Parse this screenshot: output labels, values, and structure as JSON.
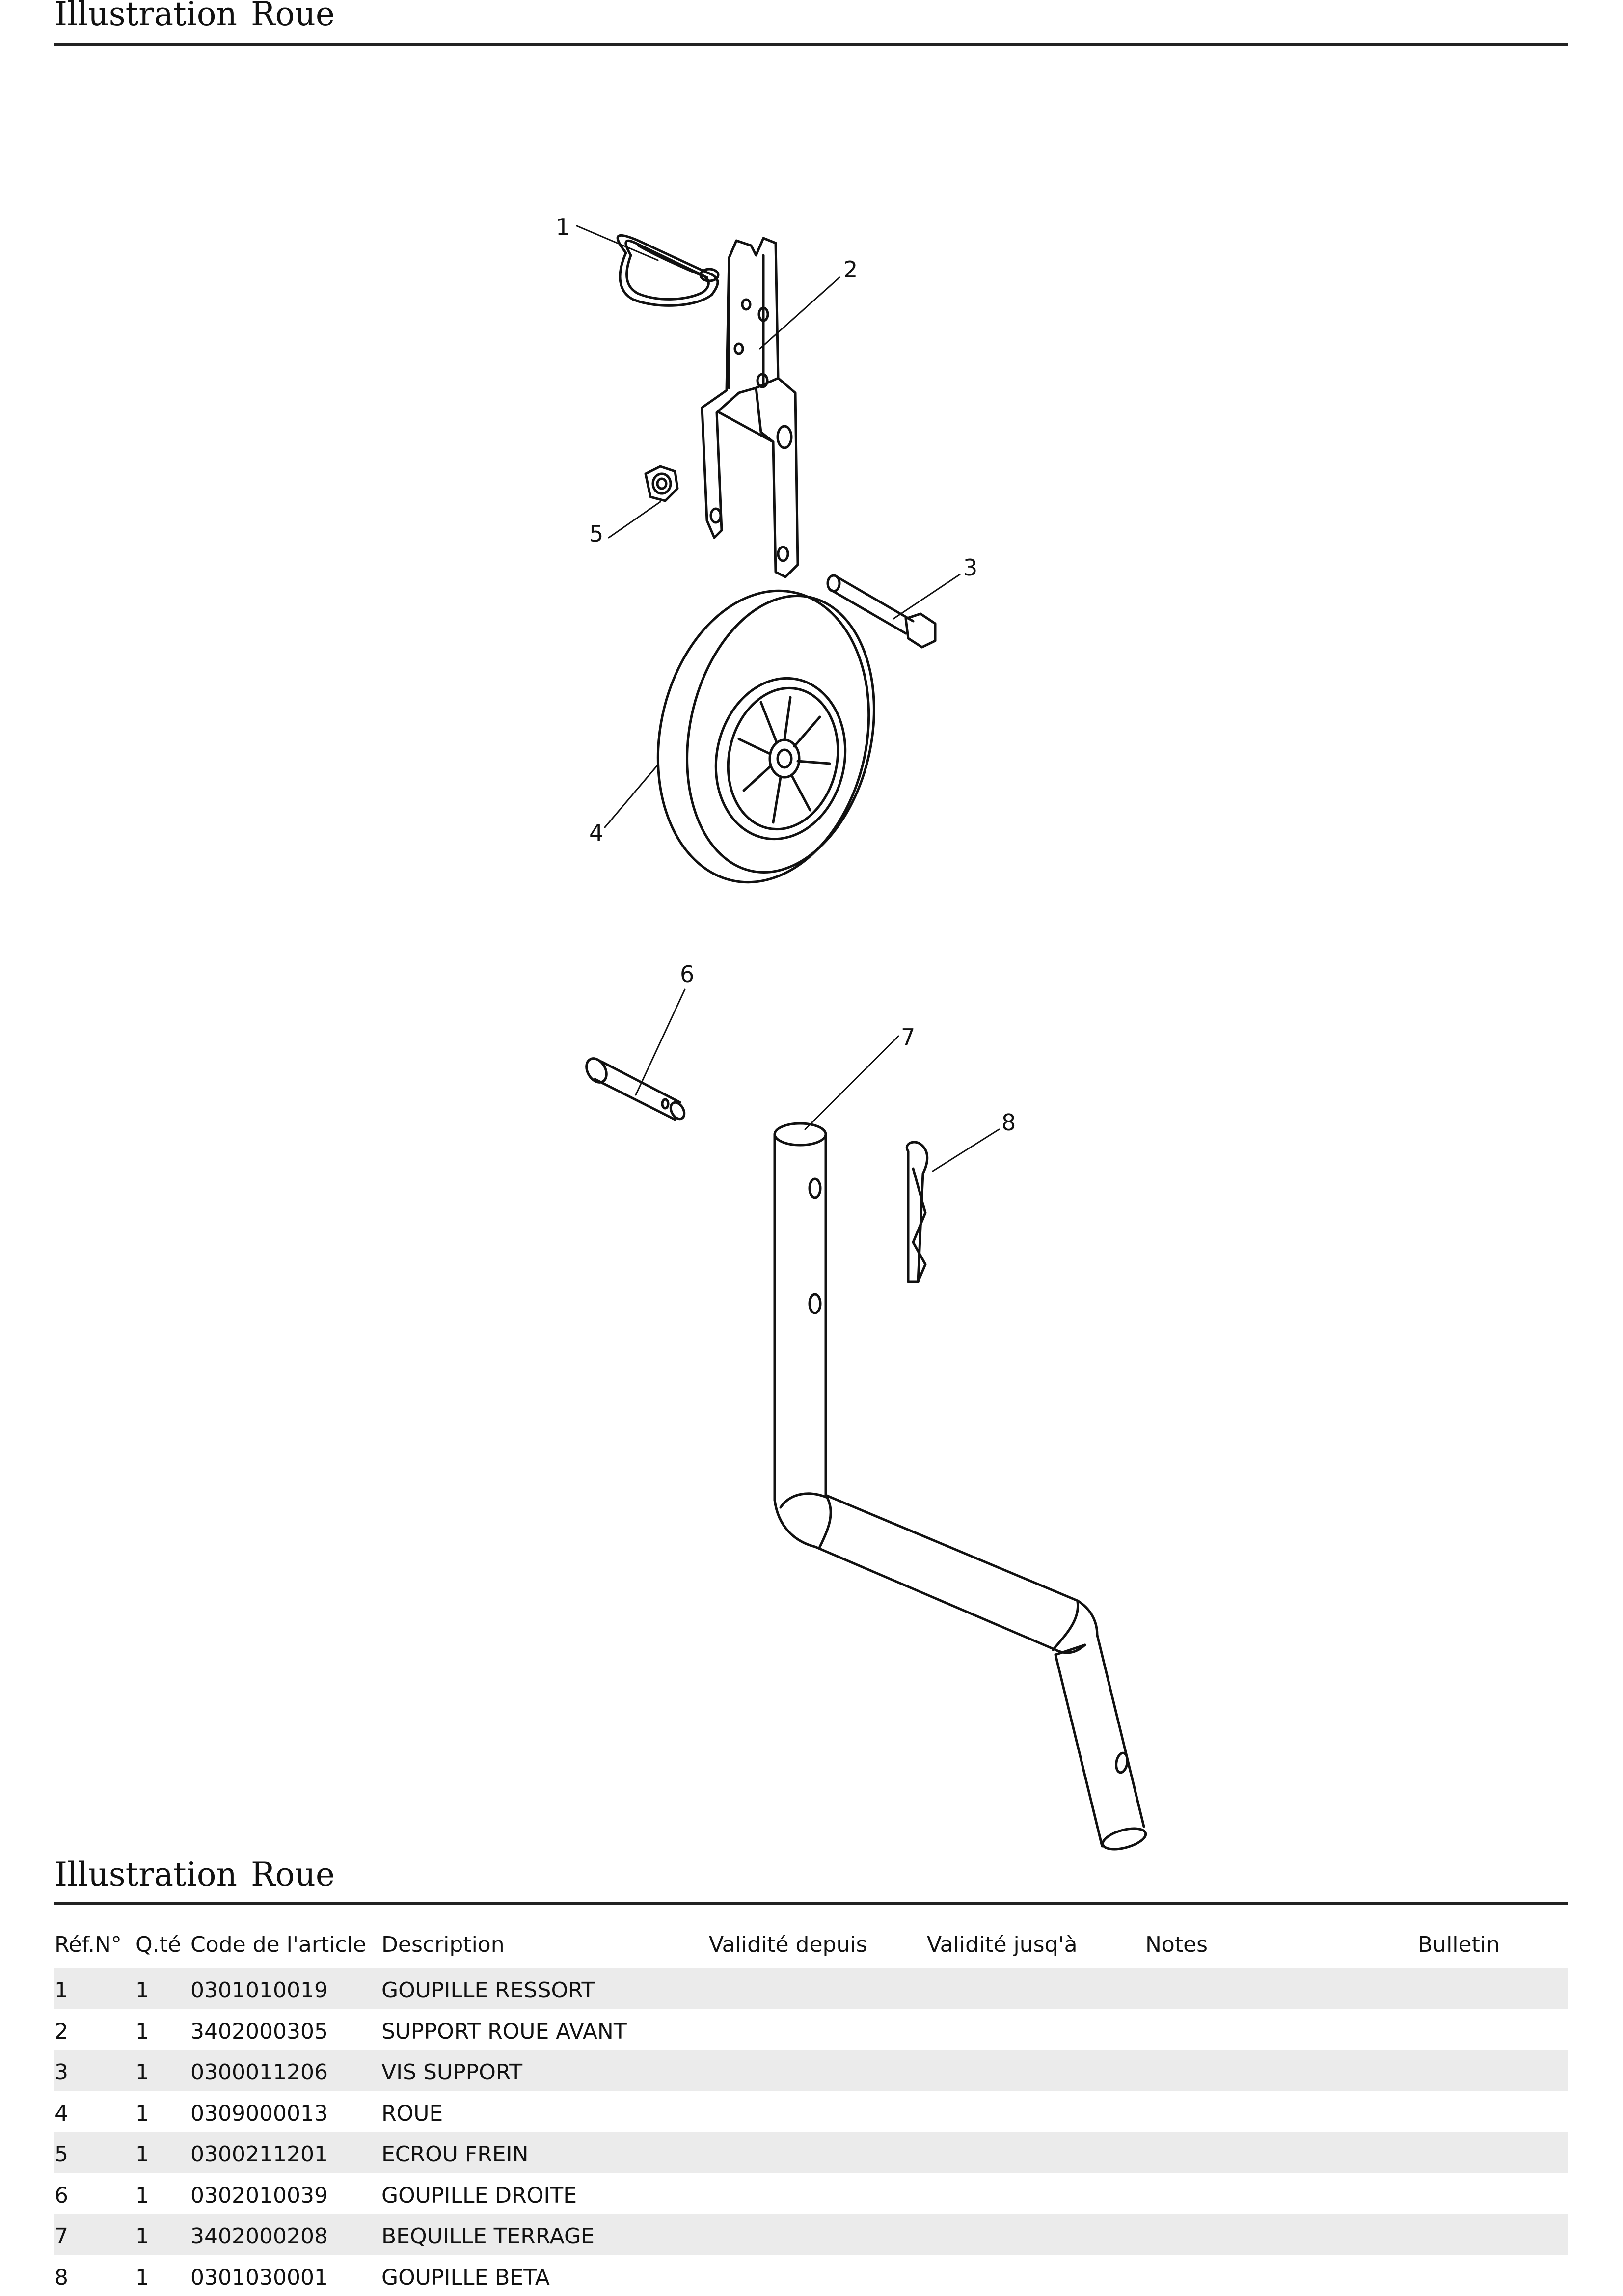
{
  "header": {
    "title_word1": "Illustration",
    "title_word2": "Roue"
  },
  "callouts": [
    "1",
    "2",
    "3",
    "4",
    "5",
    "6",
    "7",
    "8"
  ],
  "table_header": {
    "title_word1": "Illustration",
    "title_word2": "Roue"
  },
  "columns": [
    "Réf.N°",
    "Q.té",
    "Code de l'article",
    "Description",
    "Validité depuis",
    "Validité jusq'à",
    "Notes",
    "Bulletin"
  ],
  "rows": [
    {
      "ref": "1",
      "qty": "1",
      "code": "0301010019",
      "desc": "GOUPILLE RESSORT"
    },
    {
      "ref": "2",
      "qty": "1",
      "code": "3402000305",
      "desc": "SUPPORT ROUE AVANT"
    },
    {
      "ref": "3",
      "qty": "1",
      "code": "0300011206",
      "desc": "VIS SUPPORT"
    },
    {
      "ref": "4",
      "qty": "1",
      "code": "0309000013",
      "desc": "ROUE"
    },
    {
      "ref": "5",
      "qty": "1",
      "code": "0300211201",
      "desc": "ECROU FREIN"
    },
    {
      "ref": "6",
      "qty": "1",
      "code": "0302010039",
      "desc": "GOUPILLE DROITE"
    },
    {
      "ref": "7",
      "qty": "1",
      "code": "3402000208",
      "desc": "BEQUILLE TERRAGE"
    },
    {
      "ref": "8",
      "qty": "1",
      "code": "0301030001",
      "desc": "GOUPILLE BETA"
    }
  ]
}
